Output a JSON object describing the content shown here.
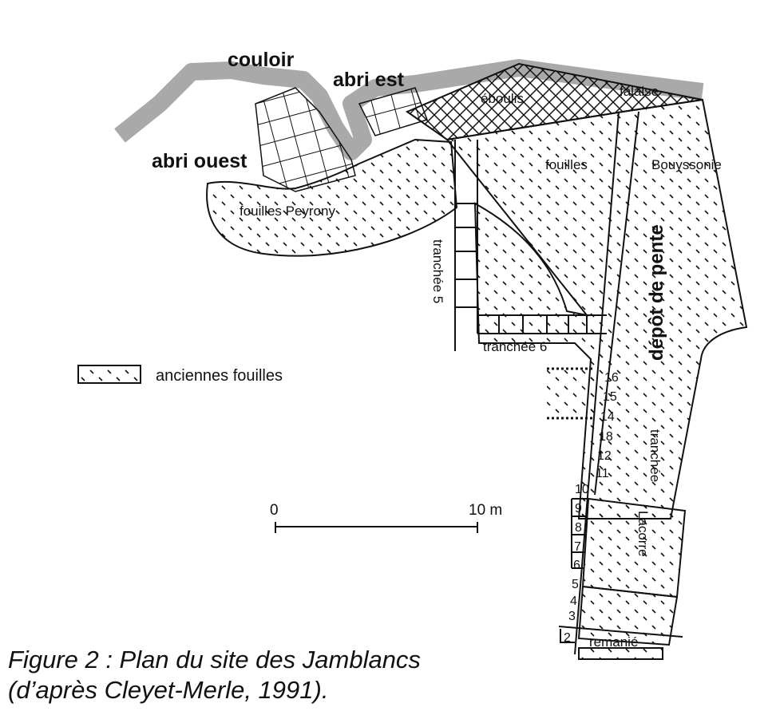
{
  "labels": {
    "couloir": "couloir",
    "abri_est": "abri est",
    "abri_ouest": "abri ouest",
    "eboulis": "éboulis",
    "falaise": "falaise",
    "fouilles": "fouilles",
    "bouyssonie": "Bouyssonie",
    "fouilles_peyrony": "fouilles Peyrony",
    "tranchee_5": "tranchée 5",
    "tranchee_6": "tranchée 6",
    "depot_de_pente": "dépôt de pente",
    "tranchee": "tranchée",
    "lacorre": "Lacorre",
    "remanie": "remanié"
  },
  "squares": [
    "16",
    "15",
    "14",
    "18",
    "12",
    "11",
    "10",
    "9",
    "8",
    "7",
    "6",
    "5",
    "4",
    "3",
    "2"
  ],
  "legend": {
    "label": "anciennes fouilles"
  },
  "scale": {
    "start": "0",
    "end": "10 m"
  },
  "caption": {
    "line1": "Figure 2 : Plan du site des Jamblancs",
    "line2": "(d’après Cleyet-Merle, 1991)."
  }
}
